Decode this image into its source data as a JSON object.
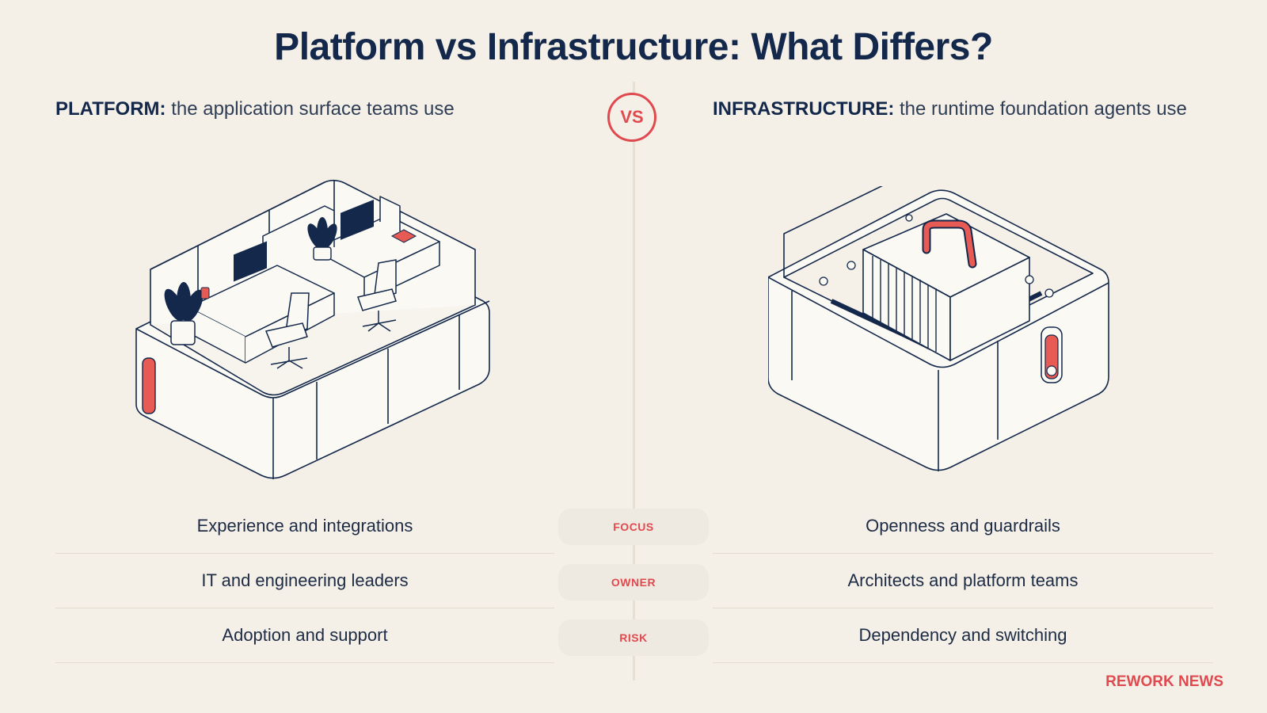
{
  "title": "Platform vs Infrastructure: What Differs?",
  "vs_label": "VS",
  "left": {
    "keyword": "PLATFORM:",
    "description": "the application surface teams use",
    "rows": [
      "Experience and integrations",
      "IT and engineering leaders",
      "Adoption and support"
    ]
  },
  "right": {
    "keyword": "INFRASTRUCTURE:",
    "description": "the runtime foundation agents use",
    "rows": [
      "Openness and guardrails",
      "Architects and platform teams",
      "Dependency and switching"
    ]
  },
  "categories": [
    "FOCUS",
    "OWNER",
    "RISK"
  ],
  "brand": "REWORK NEWS",
  "colors": {
    "navy": "#13284a",
    "accent": "#e04a4f",
    "background": "#f4f0e8"
  },
  "icons": {
    "left_illustration": "office-workspace-module-illustration",
    "right_illustration": "server-hardware-module-illustration"
  }
}
